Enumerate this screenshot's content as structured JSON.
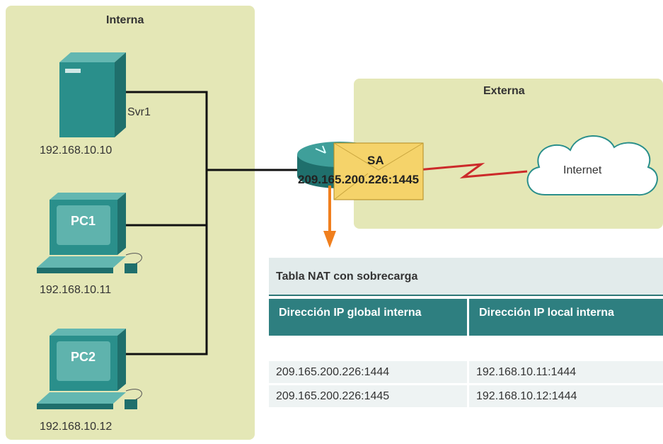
{
  "zones": {
    "inside": "Interna",
    "outside": "Externa"
  },
  "devices": {
    "server": {
      "label": "Svr1",
      "ip": "192.168.10.10"
    },
    "pc1": {
      "label": "PC1",
      "ip": "192.168.10.11"
    },
    "pc2": {
      "label": "PC2",
      "ip": "192.168.10.12"
    },
    "cloud": {
      "label": "Internet"
    }
  },
  "packet": {
    "label": "SA",
    "address": "209.165.200.226:1445"
  },
  "nat_table": {
    "caption": "Tabla NAT con sobrecarga",
    "headers": [
      "Dirección IP global interna",
      "Dirección IP local interna"
    ],
    "rows": [
      [
        "209.165.200.226:1444",
        "192.168.10.11:1444"
      ],
      [
        "209.165.200.226:1445",
        "192.168.10.12:1444"
      ]
    ]
  },
  "colors": {
    "zone_fill": "#e4e7b6",
    "device_teal": "#2a8f8b",
    "table_header": "#2e7f80",
    "serial_link": "#cc2a2a",
    "arrow": "#f07f1e",
    "envelope": "#f5d36a"
  }
}
